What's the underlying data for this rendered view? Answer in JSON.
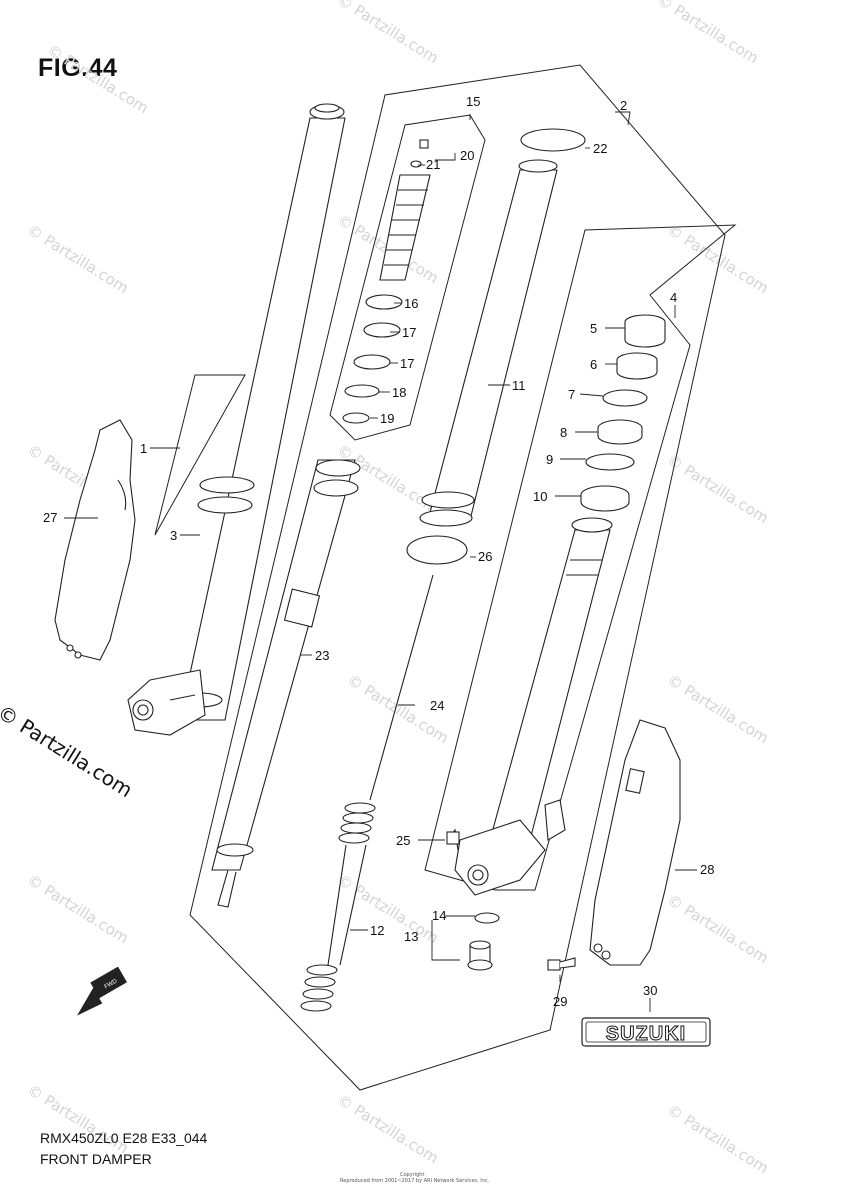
{
  "figure": {
    "title": "FIG.44"
  },
  "footer": {
    "model_code": "RMX450ZL0 E28 E33_044",
    "part_name": "FRONT DAMPER"
  },
  "copyright": {
    "title": "Copyright",
    "line": "Reproduced from 2001~2017 by ARI Network Services, Inc."
  },
  "watermark": {
    "text": "© Partzilla.com",
    "side_text": "© Partzilla.com"
  },
  "brand": {
    "logo_text": "SUZUKI"
  },
  "direction": {
    "label": "FWD"
  },
  "callouts": {
    "c1": "1",
    "c2": "2",
    "c3": "3",
    "c4": "4",
    "c5": "5",
    "c6": "6",
    "c7": "7",
    "c8": "8",
    "c9": "9",
    "c10": "10",
    "c11": "11",
    "c12": "12",
    "c13": "13",
    "c14": "14",
    "c15": "15",
    "c16": "16",
    "c17a": "17",
    "c17b": "17",
    "c18": "18",
    "c19": "19",
    "c20": "20",
    "c21": "21",
    "c22": "22",
    "c23": "23",
    "c24": "24",
    "c25": "25",
    "c26": "26",
    "c27": "27",
    "c28": "28",
    "c29": "29",
    "c30": "30"
  }
}
